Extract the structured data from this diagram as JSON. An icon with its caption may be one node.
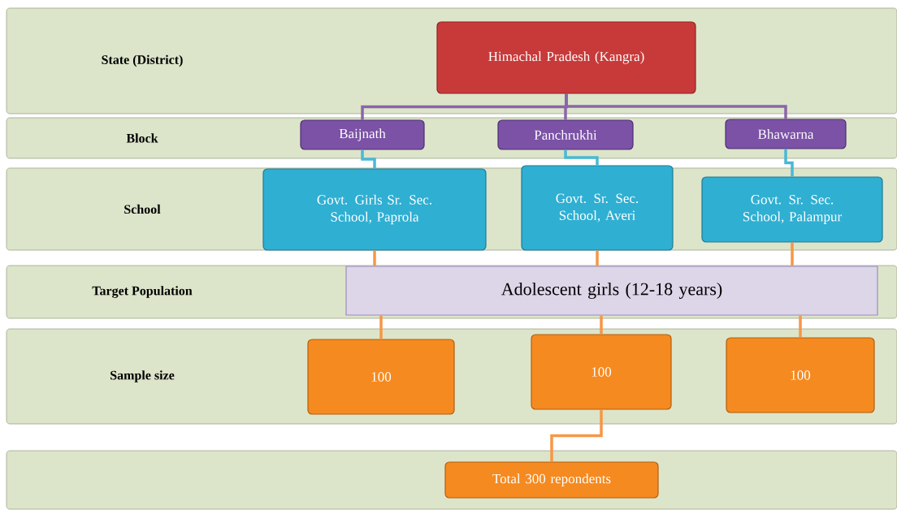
{
  "diagram": {
    "nodes": [
      {
        "text": [
          "State (District)"
        ]
      },
      {
        "text": [
          "Himachal Pradesh (Kangra)"
        ],
        "in": 0
      },
      {
        "text": [
          "Block"
        ]
      },
      {
        "text": [
          "Baijnath"
        ],
        "in": 2
      },
      {
        "text": [
          "Panchrukhi"
        ],
        "in": 2
      },
      {
        "text": [
          "Bhawarna"
        ],
        "in": 2
      },
      {
        "text": [
          "School"
        ]
      },
      {
        "text": [
          "Govt. Girls Sr. Sec. School, Paprola"
        ],
        "in": 6
      },
      {
        "text": [
          "Govt. Sr. Sec. School, Averi"
        ],
        "in": 6
      },
      {
        "text": [
          "Govt. Sr. Sec. School, Palampur"
        ],
        "in": 6
      },
      {
        "text": [
          "Target Population"
        ]
      },
      {
        "text": [
          "Adolescent girls (12-18 years)"
        ],
        "in": 10
      },
      {
        "text": [
          "Sample size"
        ]
      },
      {
        "text": [
          "100"
        ],
        "in": 12
      },
      {
        "text": [
          "100"
        ],
        "in": 12
      },
      {
        "text": [
          "100"
        ],
        "in": 12
      },
      {
        "text": [],
        "shape": "band"
      },
      {
        "text": [
          "Total 300 repondents"
        ],
        "in": 16
      }
    ],
    "edges": [
      {
        "from": 1,
        "to": 3,
        "arrow": "none",
        "color": "#8a66a8"
      },
      {
        "from": 1,
        "to": 4,
        "arrow": "none",
        "color": "#8a66a8"
      },
      {
        "from": 1,
        "to": 5,
        "arrow": "none",
        "color": "#8a66a8"
      },
      {
        "from": 3,
        "to": 7,
        "arrow": "none",
        "color": "#4ab8d4"
      },
      {
        "from": 4,
        "to": 8,
        "arrow": "none",
        "color": "#4ab8d4"
      },
      {
        "from": 5,
        "to": 9,
        "arrow": "none",
        "color": "#4ab8d4"
      },
      {
        "from": 7,
        "to": 11,
        "arrow": "none"
      },
      {
        "from": 8,
        "to": 11,
        "arrow": "none"
      },
      {
        "from": 9,
        "to": 11,
        "arrow": "none"
      },
      {
        "from": 11,
        "to": 13,
        "arrow": "none"
      },
      {
        "from": 11,
        "to": 14,
        "arrow": "none"
      },
      {
        "from": 11,
        "to": 15,
        "arrow": "none"
      },
      {
        "from": 14,
        "to": 17,
        "arrow": "none"
      }
    ]
  }
}
